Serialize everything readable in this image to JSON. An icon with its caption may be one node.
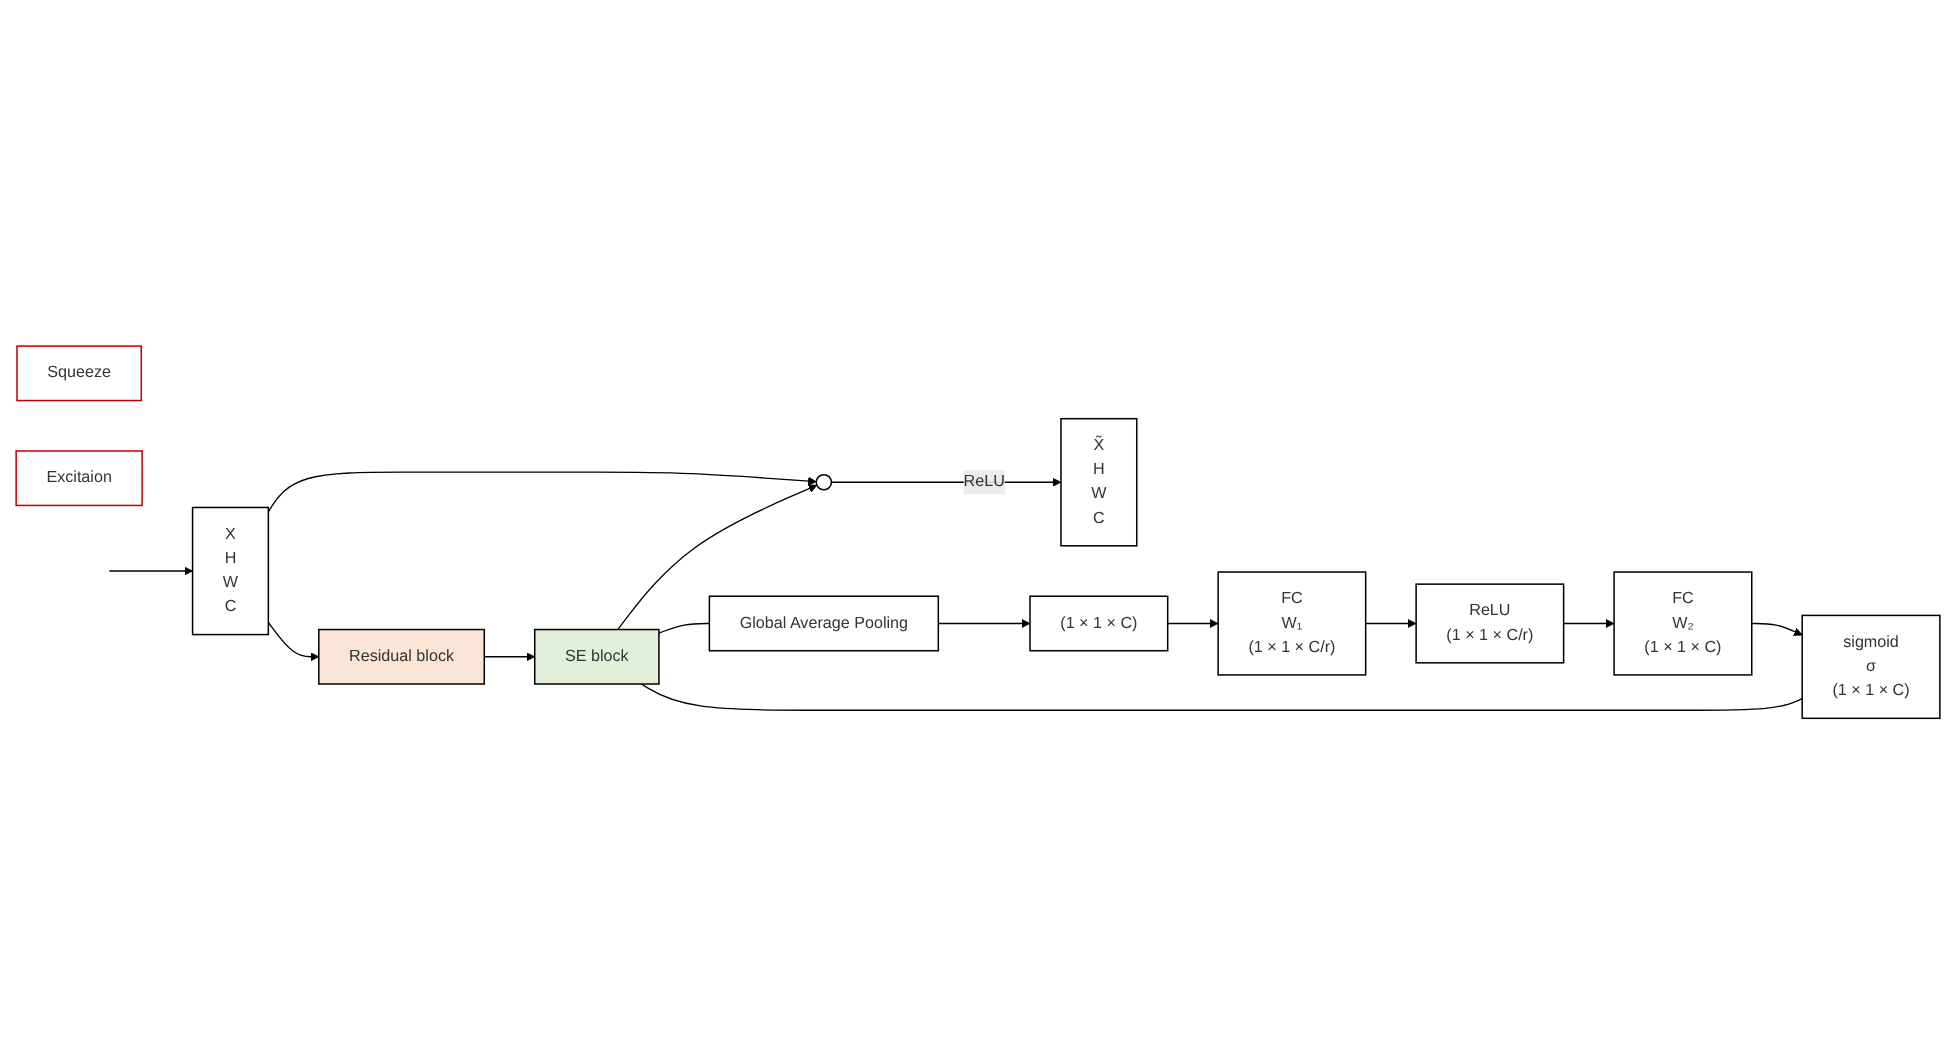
{
  "diagram": {
    "nodes": [
      {
        "text": [
          "X",
          "H",
          "W",
          "C"
        ]
      },
      {
        "text": [
          "Residual block"
        ]
      },
      {
        "text": [
          "SE block"
        ]
      },
      {
        "text": [],
        "shape": "circle"
      },
      {
        "text": [
          "X̃",
          "H",
          "W",
          "C"
        ]
      },
      {
        "text": [
          "Global Average Pooling"
        ]
      },
      {
        "text": [
          "(1 × 1 × C)"
        ]
      },
      {
        "text": [
          "FC",
          "W₁",
          "(1 × 1 × C/r)"
        ]
      },
      {
        "text": [
          "ReLU",
          "(1 × 1 × C/r)"
        ]
      },
      {
        "text": [
          "FC",
          "W₂",
          "(1 × 1 × C)"
        ]
      },
      {
        "text": [
          "sigmoid",
          "σ",
          "(1 × 1 × C)"
        ]
      },
      {
        "text": [
          "Squeeze"
        ]
      },
      {
        "text": [
          "Excitaion"
        ]
      }
    ],
    "edges": [
      {
        "from": null,
        "to": 0,
        "arrow": "to"
      },
      {
        "from": 0,
        "to": 1,
        "arrow": "to"
      },
      {
        "from": 1,
        "to": 2,
        "arrow": "to"
      },
      {
        "from": 2,
        "to": 3,
        "arrow": "to"
      },
      {
        "from": 0,
        "to": 3,
        "arrow": "to"
      },
      {
        "from": 3,
        "to": 4,
        "arrow": "to",
        "label": "ReLU"
      },
      {
        "from": 2,
        "to": 5,
        "arrow": "none"
      },
      {
        "from": 2,
        "to": 10,
        "arrow": "none"
      },
      {
        "from": 5,
        "to": 6,
        "arrow": "to"
      },
      {
        "from": 6,
        "to": 7,
        "arrow": "to"
      },
      {
        "from": 7,
        "to": 8,
        "arrow": "to"
      },
      {
        "from": 8,
        "to": 9,
        "arrow": "to"
      },
      {
        "from": 9,
        "to": 10,
        "arrow": "to"
      }
    ]
  }
}
